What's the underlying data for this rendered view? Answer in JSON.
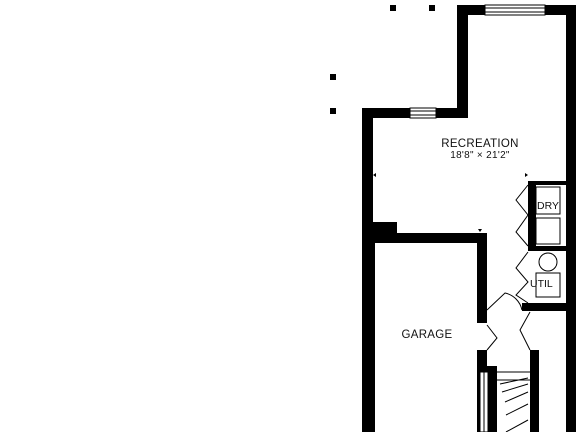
{
  "floor_plan": {
    "rooms": [
      {
        "id": "recreation",
        "name": "RECREATION",
        "dims": "18'8\" × 21'2\""
      },
      {
        "id": "garage",
        "name": "GARAGE",
        "dims": ""
      }
    ],
    "appliances": [
      {
        "id": "dryer",
        "label": "DRY"
      },
      {
        "id": "utility",
        "label": "UTIL"
      }
    ],
    "wall_color": "#000000",
    "background_color": "#ffffff"
  }
}
